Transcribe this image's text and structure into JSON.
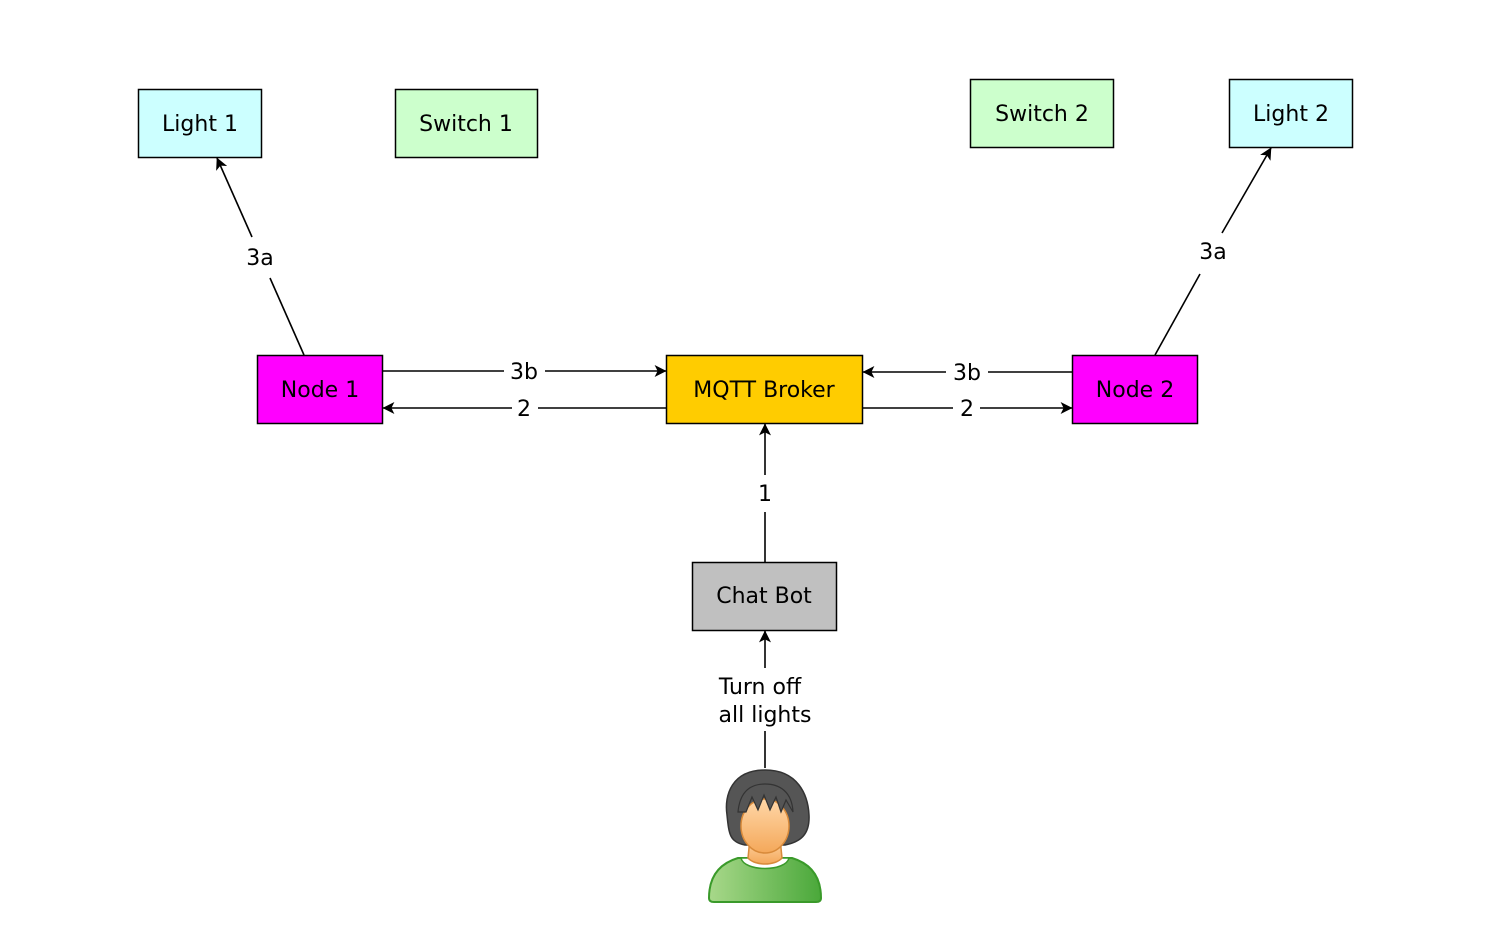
{
  "nodes": {
    "light1": {
      "label": "Light 1",
      "color": "#ccffff"
    },
    "switch1": {
      "label": "Switch 1",
      "color": "#ccffcc"
    },
    "switch2": {
      "label": "Switch 2",
      "color": "#ccffcc"
    },
    "light2": {
      "label": "Light 2",
      "color": "#ccffff"
    },
    "node1": {
      "label": "Node 1",
      "color": "#ff00ff"
    },
    "broker": {
      "label": "MQTT Broker",
      "color": "#ffcc00"
    },
    "node2": {
      "label": "Node 2",
      "color": "#ff00ff"
    },
    "chatbot": {
      "label": "Chat Bot",
      "color": "#c0c0c0"
    }
  },
  "edges": {
    "node1_light1": "3a",
    "node2_light2": "3a",
    "node1_broker": "3b",
    "broker_node1": "2",
    "node2_broker": "3b",
    "broker_node2": "2",
    "chatbot_broker": "1",
    "user_chatbot_line1": "Turn off",
    "user_chatbot_line2": "all lights"
  },
  "user_icon": "person-icon"
}
